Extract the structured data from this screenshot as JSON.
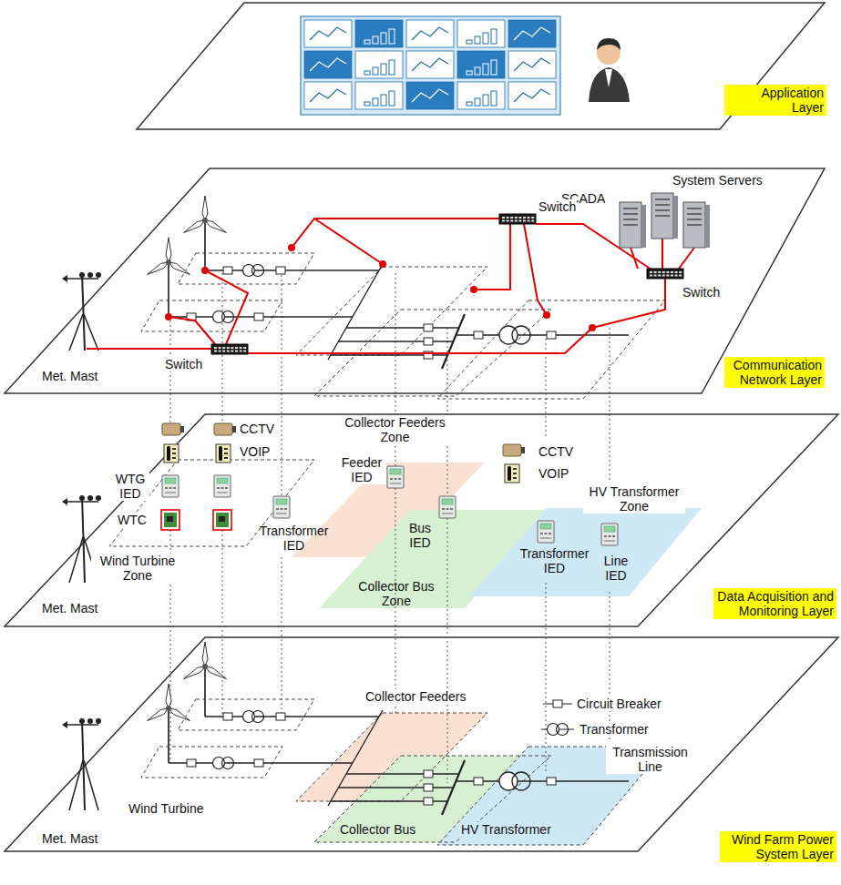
{
  "diagram": {
    "nodes": [
      {
        "text": [
          "Application Layer"
        ]
      },
      {
        "text": [
          "Communication Network Layer"
        ]
      },
      {
        "text": [
          "Data Acquisition and Monitoring Layer"
        ]
      },
      {
        "text": [
          "Wind Farm Power System Layer"
        ]
      }
    ],
    "labels": [
      "SCADA",
      "System Servers",
      "Switch",
      "Switch",
      "Switch",
      "Met. Mast",
      "CCTV",
      "VOIP",
      "WTG IED",
      "WTC",
      "Collector Feeders Zone",
      "Feeder IED",
      "CCTV",
      "VOIP",
      "HV Transformer Zone",
      "Transformer IED",
      "Bus IED",
      "Transformer IED",
      "Line IED",
      "Wind Turbine Zone",
      "Collector Bus Zone",
      "Met. Mast",
      "Collector Feeders",
      "Circuit Breaker",
      "Transformer",
      "Transmission Line",
      "Wind Turbine",
      "Collector Bus",
      "HV Transformer",
      "Met. Mast"
    ]
  }
}
